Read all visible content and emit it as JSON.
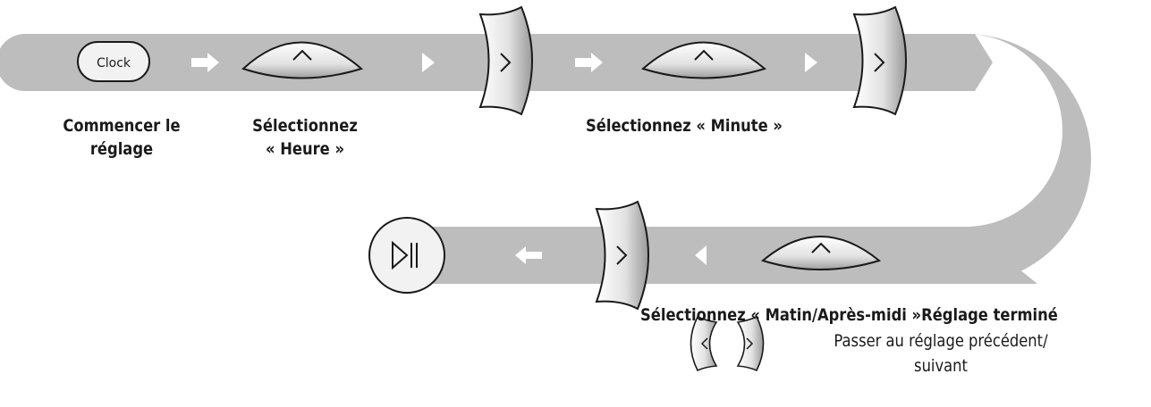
{
  "colors": {
    "band": "#bdbdbd",
    "arrow": "#ffffff",
    "button_face": "#f2f2f2",
    "button_stroke": "#1a1a1a",
    "text": "#1a1a1a"
  },
  "buttons": {
    "clock_label": "Clock",
    "up_icon": "chevron-up-icon",
    "right_icon": "chevron-right-icon",
    "left_icon": "chevron-left-icon",
    "play_pause_icon": "play-pause-icon"
  },
  "steps": {
    "start_line1": "Commencer le",
    "start_line2": "réglage",
    "hour_line1": "Sélectionnez",
    "hour_line2": "« Heure »",
    "minute": "Sélectionnez « Minute »",
    "ampm": "Sélectionnez « Matin/Après-midi »",
    "done": "Réglage terminé"
  },
  "legend": {
    "line1": "Passer au réglage précédent/",
    "line2": "suivant"
  }
}
